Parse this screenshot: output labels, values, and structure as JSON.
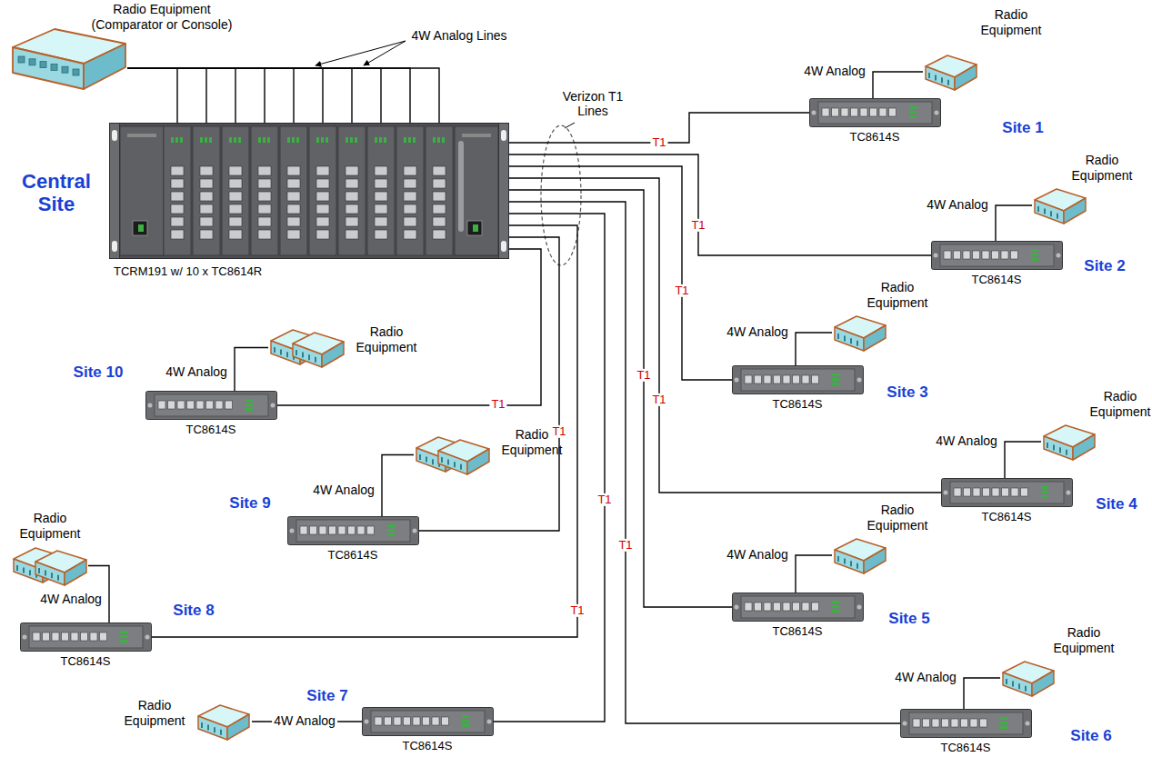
{
  "diagram": {
    "nodes": [
      {
        "text": [
          "Radio Equipment (Comparator or Console)"
        ]
      },
      {
        "text": [
          "TCRM191 w/ 10 x TC8614R"
        ]
      },
      {
        "text": [
          "Radio Equipment"
        ]
      },
      {
        "text": [
          "TC8614S"
        ]
      },
      {
        "text": [
          "Radio Equipment"
        ]
      },
      {
        "text": [
          "TC8614S"
        ]
      },
      {
        "text": [
          "Radio Equipment"
        ]
      },
      {
        "text": [
          "TC8614S"
        ]
      },
      {
        "text": [
          "Radio Equipment"
        ]
      },
      {
        "text": [
          "TC8614S"
        ]
      },
      {
        "text": [
          "Radio Equipment"
        ]
      },
      {
        "text": [
          "TC8614S"
        ]
      },
      {
        "text": [
          "Radio Equipment"
        ]
      },
      {
        "text": [
          "TC8614S"
        ]
      },
      {
        "text": [
          "Radio Equipment"
        ]
      },
      {
        "text": [
          "TC8614S"
        ]
      },
      {
        "text": [
          "Radio Equipment"
        ]
      },
      {
        "text": [
          "TC8614S"
        ]
      },
      {
        "text": [
          "Radio Equipment"
        ]
      },
      {
        "text": [
          "TC8614S"
        ]
      },
      {
        "text": [
          "Radio Equipment"
        ]
      },
      {
        "text": [
          "TC8614S"
        ]
      }
    ],
    "edges": [
      {
        "from": 0,
        "to": 1,
        "arrow": "none"
      },
      {
        "from": 0,
        "to": 1,
        "arrow": "none"
      },
      {
        "from": 0,
        "to": 1,
        "arrow": "none"
      },
      {
        "from": 0,
        "to": 1,
        "arrow": "none"
      },
      {
        "from": 0,
        "to": 1,
        "arrow": "none"
      },
      {
        "from": 0,
        "to": 1,
        "arrow": "none"
      },
      {
        "from": 0,
        "to": 1,
        "arrow": "none"
      },
      {
        "from": 0,
        "to": 1,
        "arrow": "none"
      },
      {
        "from": 0,
        "to": 1,
        "arrow": "none"
      },
      {
        "from": 0,
        "to": 1,
        "arrow": "none"
      },
      {
        "from": 1,
        "to": 3,
        "label": "T1",
        "arrow": "none"
      },
      {
        "from": 3,
        "to": 2,
        "label": "4W Analog",
        "arrow": "none"
      },
      {
        "from": 1,
        "to": 5,
        "label": "T1",
        "arrow": "none"
      },
      {
        "from": 5,
        "to": 4,
        "label": "4W Analog",
        "arrow": "none"
      },
      {
        "from": 1,
        "to": 7,
        "label": "T1",
        "arrow": "none"
      },
      {
        "from": 7,
        "to": 6,
        "label": "4W Analog",
        "arrow": "none"
      },
      {
        "from": 1,
        "to": 9,
        "label": "T1",
        "arrow": "none"
      },
      {
        "from": 9,
        "to": 8,
        "label": "4W Analog",
        "arrow": "none"
      },
      {
        "from": 1,
        "to": 11,
        "label": "T1",
        "arrow": "none"
      },
      {
        "from": 11,
        "to": 10,
        "label": "4W Analog",
        "arrow": "none"
      },
      {
        "from": 1,
        "to": 13,
        "label": "T1",
        "arrow": "none"
      },
      {
        "from": 13,
        "to": 12,
        "label": "4W Analog",
        "arrow": "none"
      },
      {
        "from": 1,
        "to": 15,
        "label": "T1",
        "arrow": "none"
      },
      {
        "from": 15,
        "to": 14,
        "label": "4W Analog",
        "arrow": "none"
      },
      {
        "from": 1,
        "to": 17,
        "label": "T1",
        "arrow": "none"
      },
      {
        "from": 17,
        "to": 16,
        "label": "4W Analog",
        "arrow": "none"
      },
      {
        "from": 1,
        "to": 19,
        "label": "T1",
        "arrow": "none"
      },
      {
        "from": 19,
        "to": 18,
        "label": "4W Analog",
        "arrow": "none"
      },
      {
        "from": 1,
        "to": 21,
        "label": "T1",
        "arrow": "none"
      },
      {
        "from": 21,
        "to": 20,
        "label": "4W Analog",
        "arrow": "none"
      }
    ],
    "labels": [
      "Central Site",
      "4W Analog Lines",
      "Verizon T1 Lines",
      "Site 1",
      "Site 2",
      "Site 3",
      "Site 4",
      "Site 5",
      "Site 6",
      "Site 7",
      "Site 8",
      "Site 9",
      "Site 10"
    ]
  }
}
